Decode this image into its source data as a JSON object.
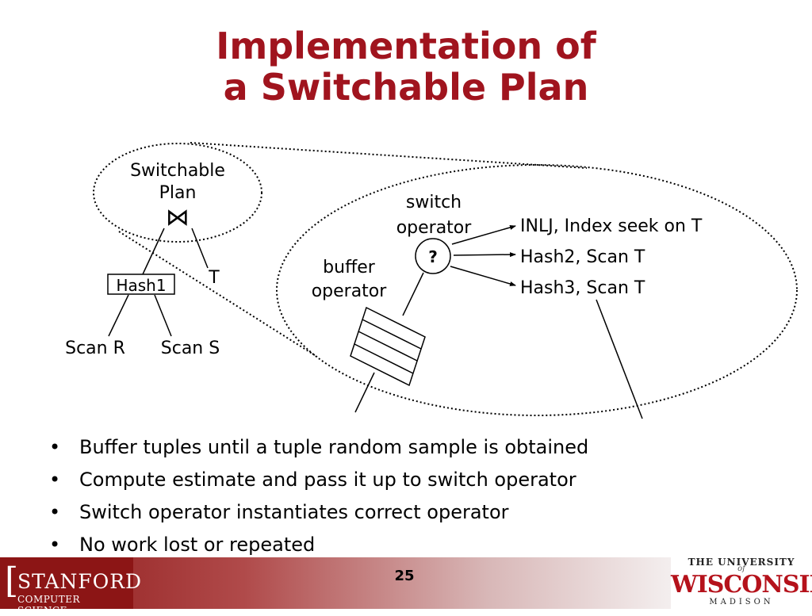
{
  "slide": {
    "title_line1": "Implementation of",
    "title_line2": "a Switchable Plan",
    "page_number": "25"
  },
  "diagram": {
    "switchable_plan_label_1": "Switchable",
    "switchable_plan_label_2": "Plan",
    "join_symbol": "⋈",
    "hash1": "Hash1",
    "t_label": "T",
    "scan_r": "Scan R",
    "scan_s": "Scan S",
    "switch_label_1": "switch",
    "switch_label_2": "operator",
    "buffer_label_1": "buffer",
    "buffer_label_2": "operator",
    "question_mark": "?",
    "option_1": "INLJ, Index seek on T",
    "option_2": "Hash2, Scan T",
    "option_3": "Hash3, Scan T"
  },
  "bullets": [
    "Buffer tuples until a tuple random sample is obtained",
    "Compute estimate and pass it up to switch operator",
    "Switch operator instantiates correct operator",
    "No work lost or repeated"
  ],
  "logos": {
    "stanford_bracket": "[",
    "stanford_name": "STANFORD",
    "stanford_sub": "COMPUTER SCIENCE",
    "wisc_line1": "THE UNIVERSITY",
    "wisc_of": "of",
    "wisc_line2": "WISCONSIN",
    "wisc_line3": "MADISON"
  },
  "colors": {
    "title": "#a0141e",
    "stanford_red": "#8c1515",
    "wisconsin_red": "#b5121b"
  }
}
